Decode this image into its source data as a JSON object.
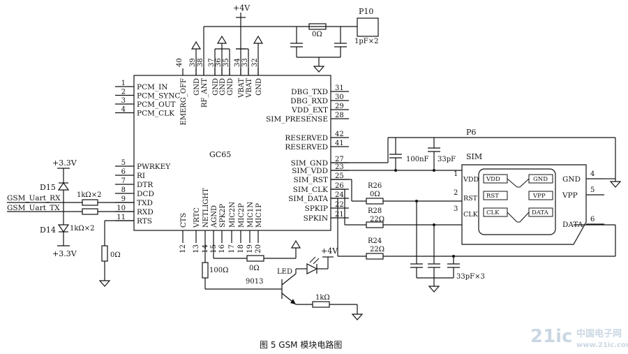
{
  "caption": "图 5   GSM 模块电路图",
  "watermark": {
    "brand": "21ic",
    "site": "中国电子网",
    "domain": "www.21ic.com"
  },
  "chip": {
    "name": "GC65"
  },
  "power": {
    "top": "+4V",
    "right": "+4V",
    "left_top": "+3.3V",
    "left_bottom": "+3.3V"
  },
  "connector_p10": {
    "name": "P10",
    "resistor": "0Ω",
    "caps": "1pF×2"
  },
  "top_pins": [
    {
      "num": "40",
      "name": "EMERG_OFF"
    },
    {
      "num": "39",
      "name": "GND"
    },
    {
      "num": "38",
      "name": "RF_ANT"
    },
    {
      "num": "37",
      "name": "GND"
    },
    {
      "num": "36",
      "name": "GND"
    },
    {
      "num": "35",
      "name": "GND"
    },
    {
      "num": "34",
      "name": "VBAT"
    },
    {
      "num": "33",
      "name": "VBAT"
    },
    {
      "num": "32",
      "name": "GND"
    }
  ],
  "left_pins_a": [
    {
      "num": "1",
      "name": "PCM_IN"
    },
    {
      "num": "2",
      "name": "PCM_SYNC"
    },
    {
      "num": "3",
      "name": "PCM_OUT"
    },
    {
      "num": "4",
      "name": "PCM_CLK"
    }
  ],
  "left_pins_b": [
    {
      "num": "5",
      "name": "PWRKEY"
    },
    {
      "num": "6",
      "name": "RI"
    },
    {
      "num": "7",
      "name": "DTR"
    },
    {
      "num": "8",
      "name": "DCD"
    },
    {
      "num": "9",
      "name": "TXD"
    },
    {
      "num": "10",
      "name": "RXD"
    },
    {
      "num": "11",
      "name": "RTS"
    }
  ],
  "right_pins_a": [
    {
      "num": "31",
      "name": "DBG_TXD"
    },
    {
      "num": "30",
      "name": "DBG_RXD"
    },
    {
      "num": "29",
      "name": "VDD_EXT"
    },
    {
      "num": "28",
      "name": "SIM_PRESENSE"
    }
  ],
  "right_pins_b": [
    {
      "num": "42",
      "name": "RESERVED"
    },
    {
      "num": "41",
      "name": "RESERVED"
    }
  ],
  "right_pins_c": [
    {
      "num": "27",
      "name": "SIM_GND"
    },
    {
      "num": "23",
      "name": "SIM_VDD"
    },
    {
      "num": "25",
      "name": "SIM_RST"
    },
    {
      "num": "26",
      "name": "SIM_CLK"
    },
    {
      "num": "24",
      "name": "SIM_DATA"
    },
    {
      "num": "22",
      "name": "SPKIP"
    },
    {
      "num": "21",
      "name": "SPKIN"
    }
  ],
  "bottom_pins": [
    {
      "num": "12",
      "name": "CTS"
    },
    {
      "num": "13",
      "name": "VRTC"
    },
    {
      "num": "14",
      "name": "NETLIGHT"
    },
    {
      "num": "15",
      "name": "AGND"
    },
    {
      "num": "16",
      "name": "SPK2P"
    },
    {
      "num": "17",
      "name": "MIC2N"
    },
    {
      "num": "18",
      "name": "MIC2P"
    },
    {
      "num": "19",
      "name": "MIC1N"
    },
    {
      "num": "20",
      "name": "MIC1P"
    }
  ],
  "uart": {
    "rx": "GSM_Uart_RX",
    "tx": "GSM_Uart_TX",
    "resistors": "1kΩ×2",
    "resistors_b": "1kΩ×2",
    "d15": "D15",
    "d14": "D14",
    "rts_r": "0Ω"
  },
  "sim": {
    "connector": "P6",
    "name": "SIM",
    "cap1": "100nF",
    "cap2": "33pF",
    "r26": "R26",
    "r26v": "0Ω",
    "r28": "R28",
    "r28v": "22Ω",
    "r24": "R24",
    "r24v": "22Ω",
    "caps3": "33pF×3",
    "left_labels": [
      "VDD",
      "RST",
      "CLK"
    ],
    "left_nums": [
      "1",
      "2",
      "3"
    ],
    "right_labels": [
      "GND",
      "VPP",
      "DATA"
    ],
    "right_nums": [
      "4",
      "5",
      "6"
    ],
    "inner": [
      "VDD",
      "GND",
      "RST",
      "VPP",
      "CLK",
      "DATA"
    ]
  },
  "led_circuit": {
    "r100": "100Ω",
    "r0": "0Ω",
    "transistor": "9013",
    "led": "LED",
    "r1k": "1kΩ"
  }
}
